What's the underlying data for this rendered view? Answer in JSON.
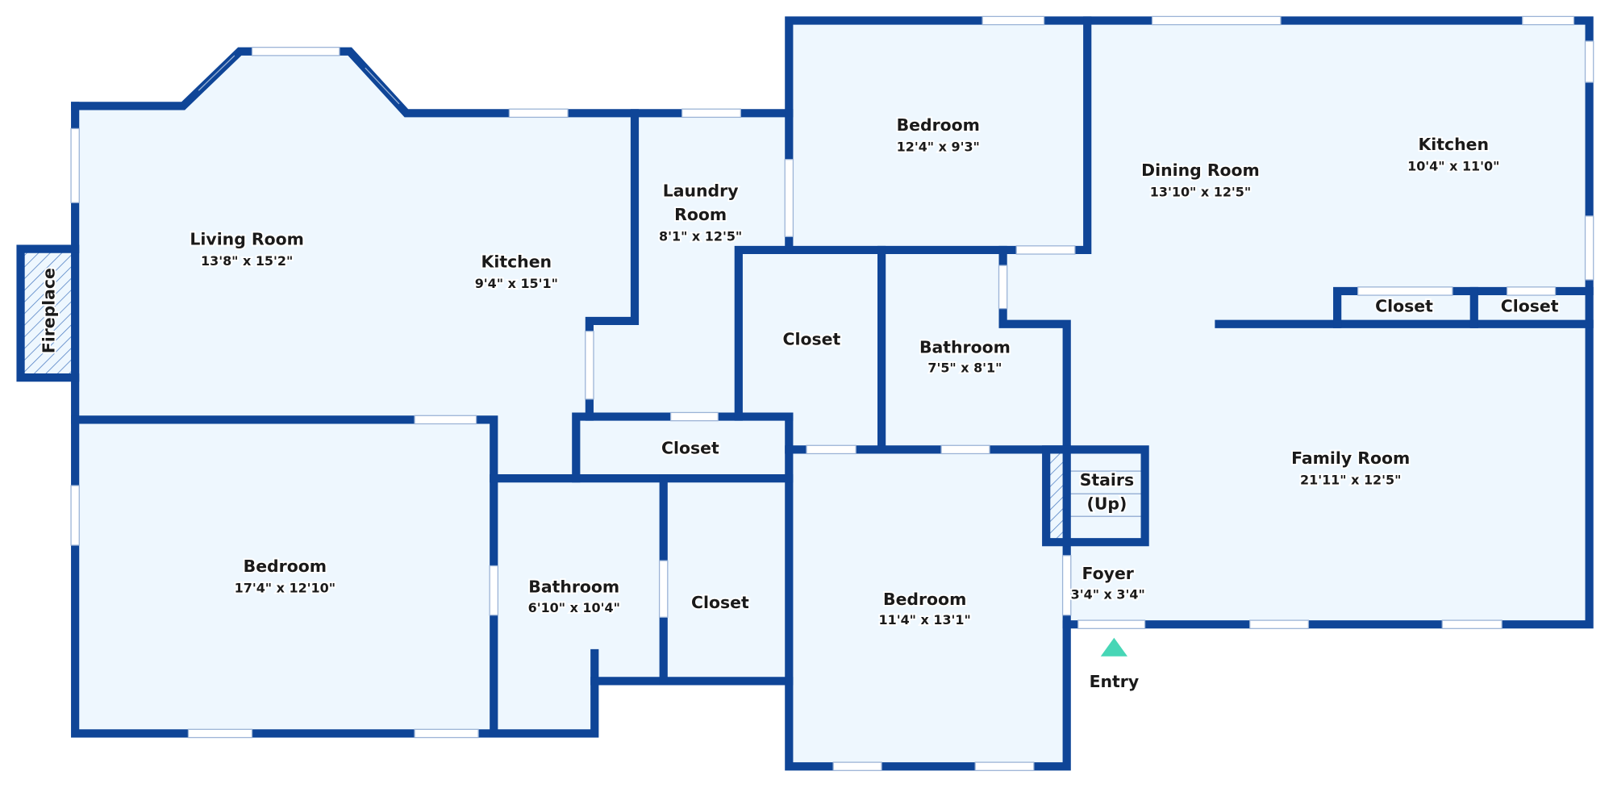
{
  "colors": {
    "wall": "#0f4597",
    "floor": "#eef7fe",
    "entry_marker": "#47d6b6"
  },
  "rooms": [
    {
      "name": "Living Room",
      "dims": "13'8\" x 15'2\""
    },
    {
      "name": "Kitchen",
      "dims": "9'4\" x 15'1\""
    },
    {
      "name": "Laundry Room",
      "dims": "8'1\" x 12'5\""
    },
    {
      "name": "Bedroom",
      "dims": "12'4\" x 9'3\""
    },
    {
      "name": "Dining Room",
      "dims": "13'10\" x 12'5\""
    },
    {
      "name": "Kitchen",
      "dims": "10'4\" x 11'0\""
    },
    {
      "name": "Closet"
    },
    {
      "name": "Closet"
    },
    {
      "name": "Closet"
    },
    {
      "name": "Bathroom",
      "dims": "7'5\" x 8'1\""
    },
    {
      "name": "Family Room",
      "dims": "21'11\" x 12'5\""
    },
    {
      "name": "Closet"
    },
    {
      "name": "Stairs (Up)"
    },
    {
      "name": "Foyer",
      "dims": "3'4\" x 3'4\""
    },
    {
      "name": "Bedroom",
      "dims": "11'4\" x 13'1\""
    },
    {
      "name": "Bedroom",
      "dims": "17'4\" x 12'10\""
    },
    {
      "name": "Bathroom",
      "dims": "6'10\" x 10'4\""
    },
    {
      "name": "Closet"
    },
    {
      "name": "Fireplace"
    }
  ],
  "entry": {
    "label": "Entry",
    "icon": "entry-triangle-icon"
  }
}
